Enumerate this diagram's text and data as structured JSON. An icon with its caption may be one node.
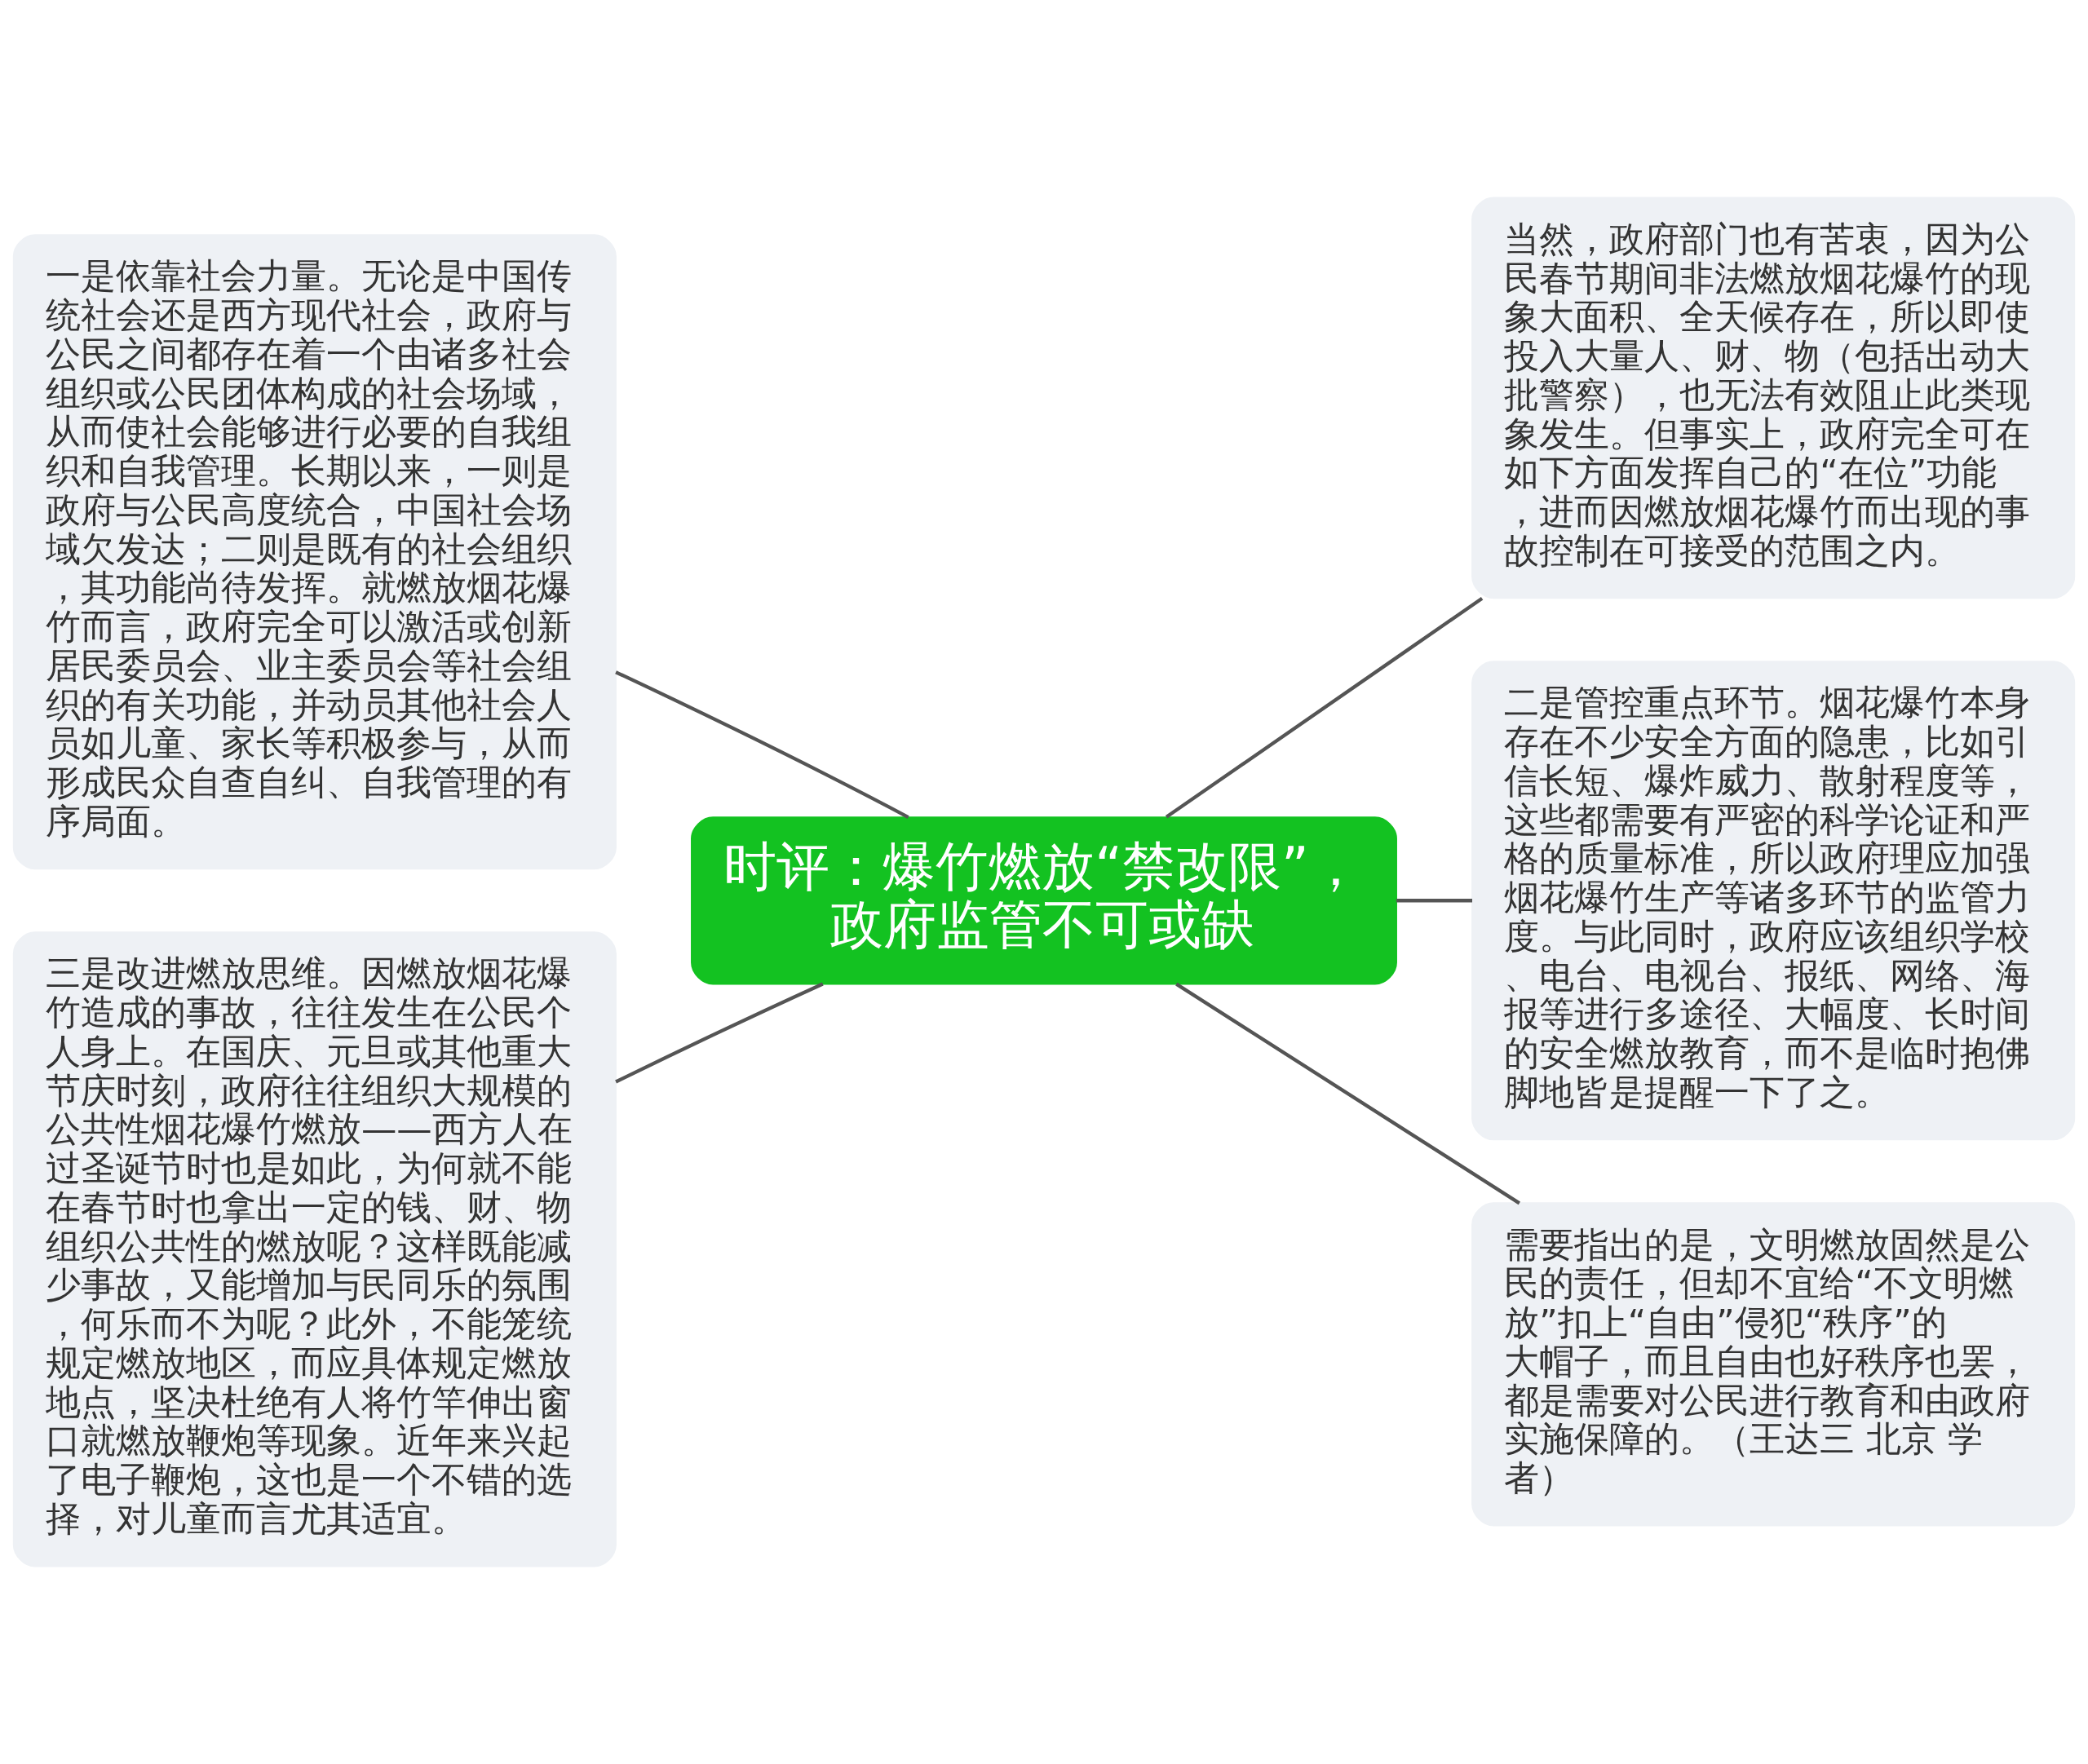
{
  "diagram": {
    "nodes": [
      {
        "text": [
          "时评：爆竹燃放“禁改限”，政府监管不可或缺"
        ]
      },
      {
        "text": [
          "一是依靠社会力量。无论是中国传统社会还是西方现代社会，政府与公民之间都存在着一个由诸多社会组织或公民团体构成的社会场域，从而使社会能够进行必要的自我组织和自我管理。长期以来，一则是政府与公民高度统合，中国社会场域欠发达；二则是既有的社会组织，其功能尚待发挥。就燃放烟花爆竹而言，政府完全可以激活或创新居民委员会、业主委员会等社会组织的有关功能，并动员其他社会人员如儿童、家长等积极参与，从而形成民众自查自纠、自我管理的有序局面。"
        ]
      },
      {
        "text": [
          "三是改进燃放思维。因燃放烟花爆竹造成的事故，往往发生在公民个人身上。在国庆、元旦或其他重大节庆时刻，政府往往组织大规模的公共性烟花爆竹燃放——西方人在过圣诞节时也是如此，为何就不能在春节时也拿出一定的钱、财、物组织公共性的燃放呢？这样既能减少事故，又能增加与民同乐的氛围，何乐而不为呢？此外，不能笼统规定燃放地区，而应具体规定燃放地点，坚决杜绝有人将竹竿伸出窗口就燃放鞭炮等现象。近年来兴起了电子鞭炮，这也是一个不错的选择，对儿童而言尤其适宜。"
        ]
      },
      {
        "text": [
          "当然，政府部门也有苦衷，因为公民春节期间非法燃放烟花爆竹的现象大面积、全天候存在，所以即使投入大量人、财、物（包括出动大批警察），也无法有效阻止此类现象发生。但事实上，政府完全可在如下方面发挥自己的“在位”功能，进而因燃放烟花爆竹而出现的事故控制在可接受的范围之内。"
        ]
      },
      {
        "text": [
          "二是管控重点环节。烟花爆竹本身存在不少安全方面的隐患，比如引信长短、爆炸威力、散射程度等，这些都需要有严密的科学论证和严格的质量标准，所以政府理应加强烟花爆竹生产等诸多环节的监管力度。与此同时，政府应该组织学校、电台、电视台、报纸、网络、海报等进行多途径、大幅度、长时间的安全燃放教育，而不是临时抱佛脚地皆是提醒一下了之。"
        ]
      },
      {
        "text": [
          "需要指出的是，文明燃放固然是公民的责任，但却不宜给“不文明燃放”扣上“自由”侵犯“秩序”的大帽子，而且自由也好秩序也罢，都是需要对公民进行教育和由政府实施保障的。（王达三 北京 学者）"
        ]
      }
    ],
    "edges": [
      {
        "from": 0,
        "to": 1,
        "arrow": "none"
      },
      {
        "from": 0,
        "to": 2,
        "arrow": "none"
      },
      {
        "from": 0,
        "to": 3,
        "arrow": "none"
      },
      {
        "from": 0,
        "to": 4,
        "arrow": "none"
      },
      {
        "from": 0,
        "to": 5,
        "arrow": "none"
      }
    ]
  }
}
